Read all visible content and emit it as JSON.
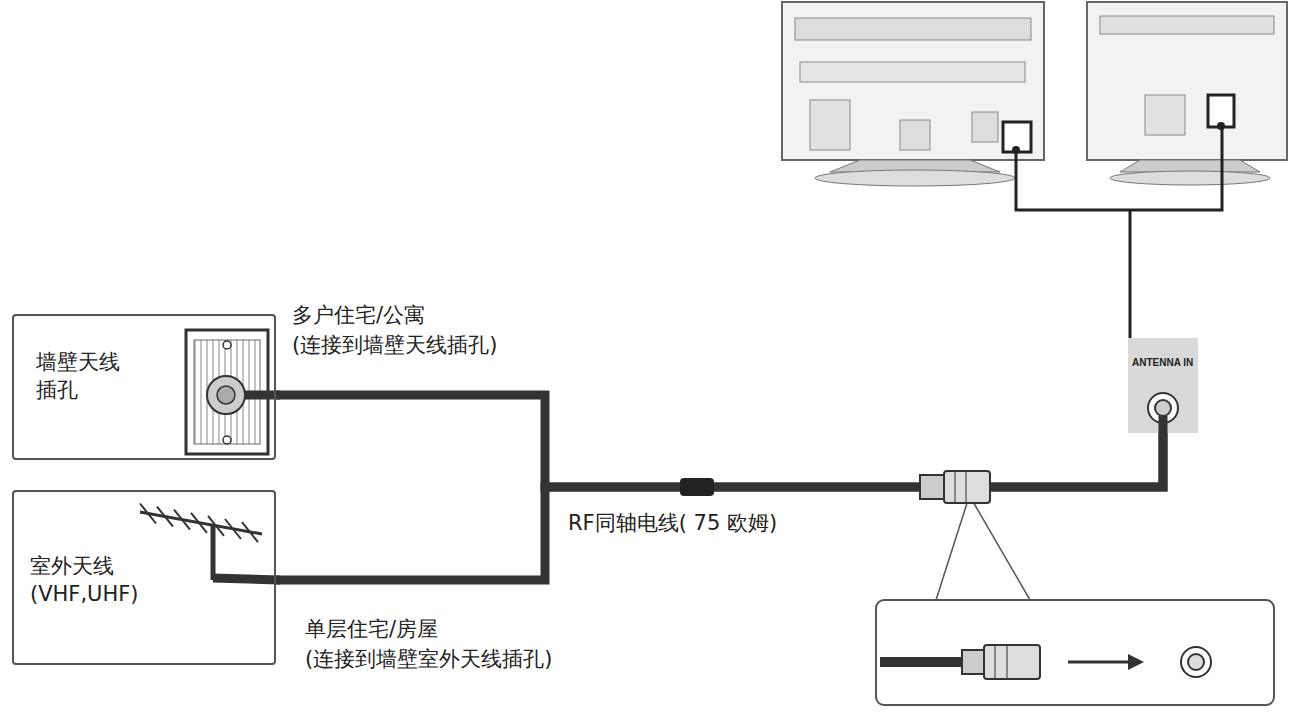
{
  "diagram": {
    "nodes": [
      {
        "text": [
          "墙壁天线插孔"
        ]
      },
      {
        "text": [
          "室外天线 (VHF,UHF)"
        ]
      },
      {
        "text": [
          "ANTENNA IN"
        ]
      }
    ],
    "edges": [
      {
        "from": 0,
        "to": 2,
        "arrow": "none"
      },
      {
        "from": 1,
        "to": 2,
        "arrow": "none"
      }
    ],
    "labels": [
      "多户住宅/公寓",
      "(连接到墙壁天线插孔)",
      "RF同轴电线( 75 欧姆)",
      "单层住宅/房屋",
      "(连接到墙壁室外天线插孔)"
    ]
  }
}
